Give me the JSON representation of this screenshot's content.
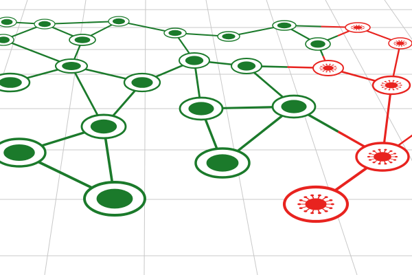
{
  "diagram": {
    "colors": {
      "background": "#ffffff",
      "grid": "#c8c8c8",
      "healthy": "#1b7a2b",
      "infected": "#e8231f"
    },
    "icons": {
      "healthy_node": "dot-node-icon",
      "infected_node": "virus-node-icon"
    },
    "node_count": {
      "healthy": 20,
      "infected": 6
    },
    "edge_count": 35
  }
}
